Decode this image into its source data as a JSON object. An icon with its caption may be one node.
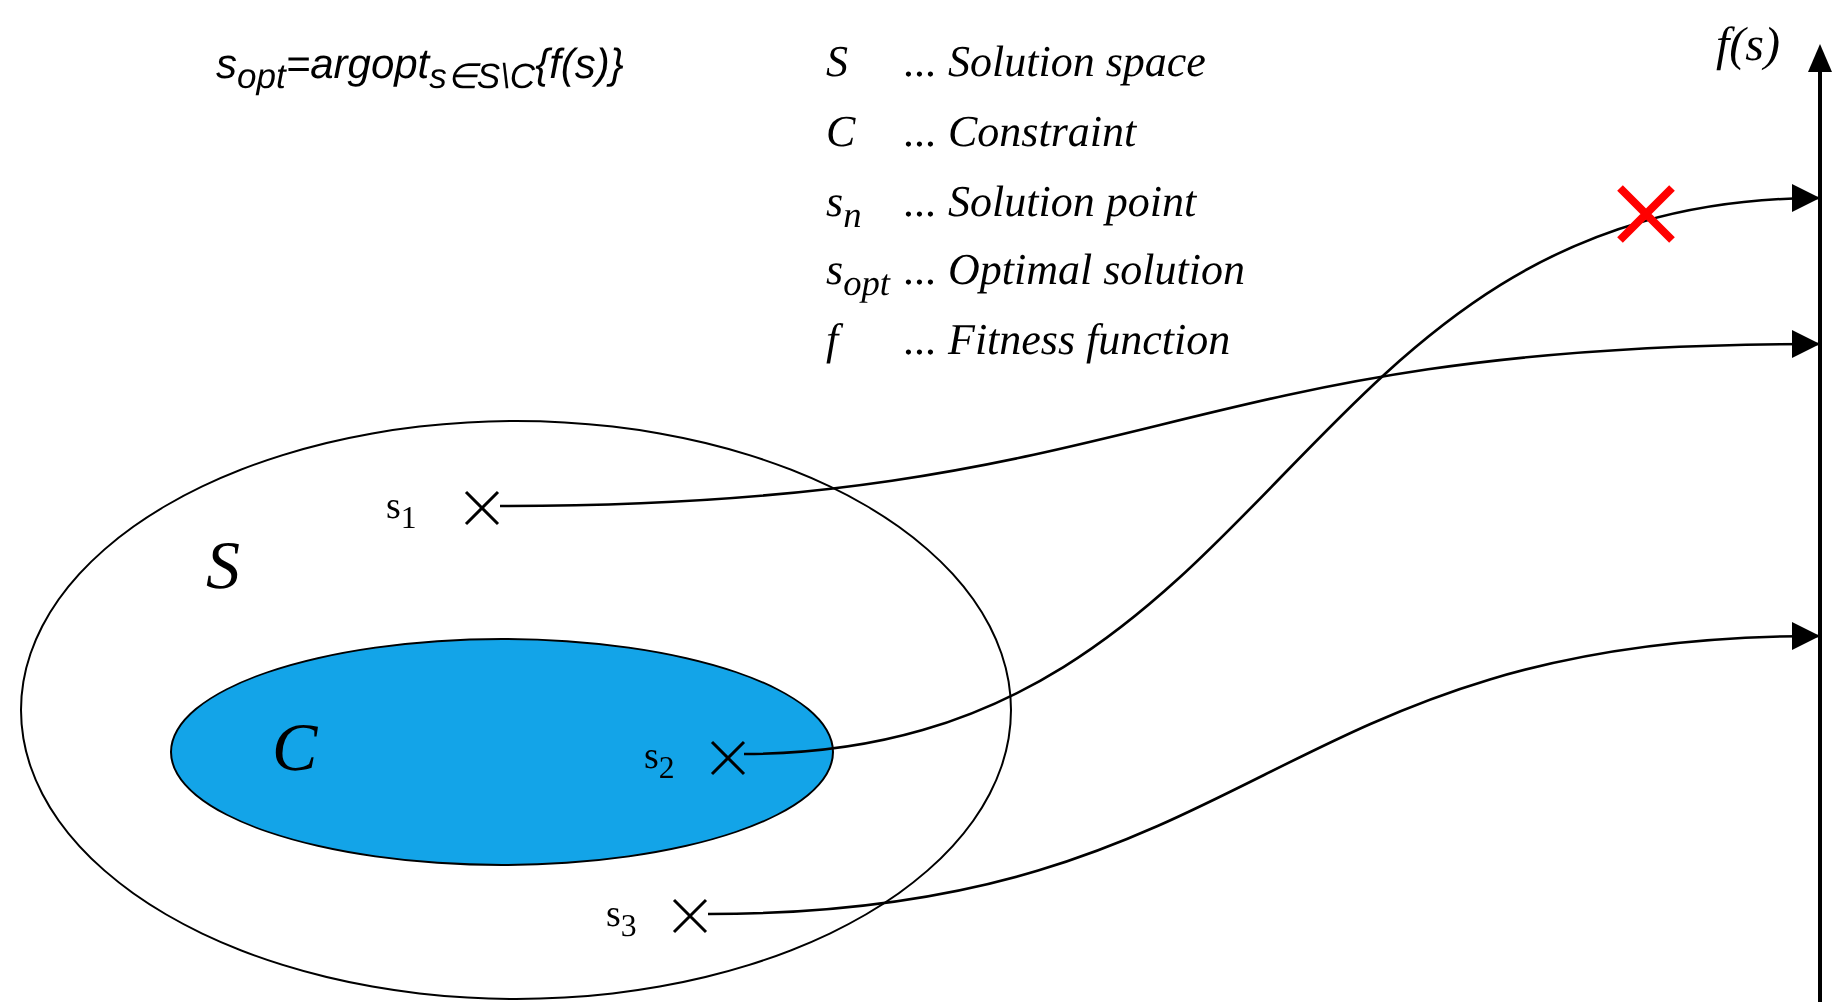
{
  "diagram": {
    "nodes": [
      {
        "text": [
          "S"
        ]
      },
      {
        "text": [
          "C"
        ],
        "in": 0
      },
      {
        "text": [
          "s$_{1}$"
        ],
        "in": 0
      },
      {
        "text": [
          "s$_{2}$"
        ],
        "in": 1
      },
      {
        "text": [
          "s$_{3}$"
        ],
        "in": 0
      },
      {
        "text": [
          "f(s)"
        ]
      }
    ],
    "edges": [
      {
        "from": 2,
        "to": 5,
        "arrow": "to"
      },
      {
        "from": 3,
        "to": 5,
        "arrow": "to"
      },
      {
        "from": 4,
        "to": 5,
        "arrow": "to"
      }
    ],
    "labels": [
      "s$_{opt}$=argopt$_{s∈S\\C}${f(s)}",
      "S",
      "... Solution space",
      "C",
      "... Constraint",
      "s$_{n}$",
      "... Solution point",
      "s$_{opt}$",
      "... Optimal solution",
      "f",
      "... Fitness function"
    ]
  }
}
